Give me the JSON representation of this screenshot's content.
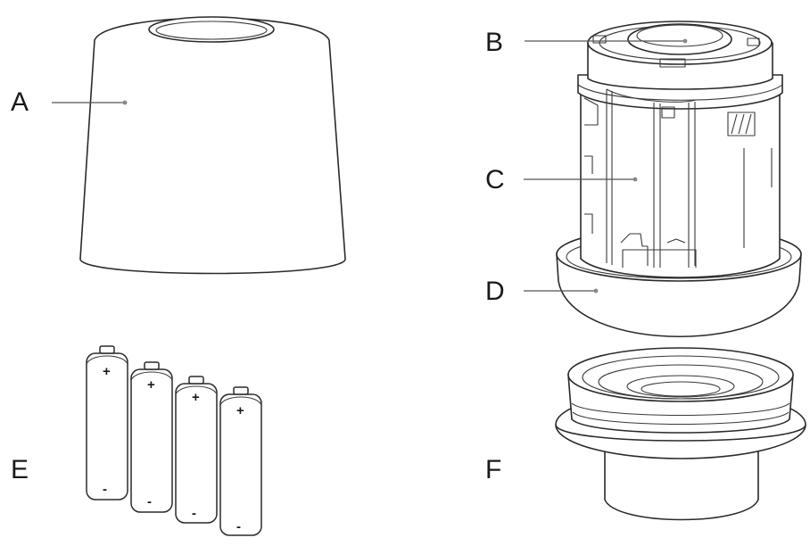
{
  "callouts": {
    "a": "A",
    "b": "B",
    "c": "C",
    "d": "D",
    "e": "E",
    "f": "F"
  },
  "battery_signs": {
    "plus": "+",
    "minus": "-"
  },
  "battery_count": 4,
  "colors": {
    "stroke": "#2a2a2a",
    "label": "#1a1a1a",
    "leader": "#555555",
    "background": "#ffffff"
  }
}
